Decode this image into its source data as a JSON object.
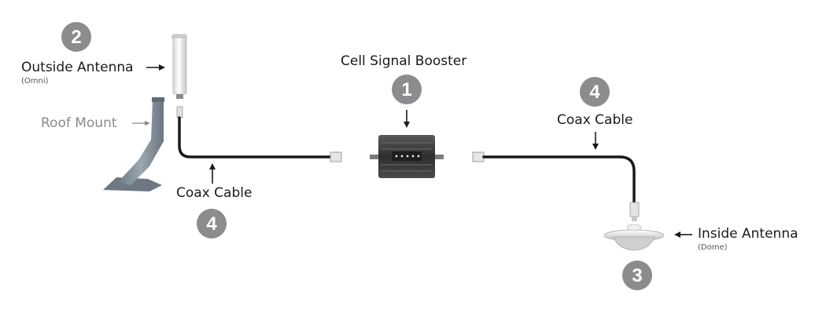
{
  "labels": {
    "outside_antenna": "Outside Antenna",
    "outside_antenna_type": "(Omni)",
    "roof_mount": "Roof Mount",
    "coax_left": "Coax Cable",
    "cell_signal_booster": "Cell Signal Booster",
    "coax_right": "Coax Cable",
    "inside_antenna": "Inside Antenna",
    "inside_antenna_type": "(Dome)"
  },
  "badges": {
    "booster": "1",
    "outside_antenna": "2",
    "inside_antenna": "3",
    "coax_left": "4",
    "coax_right": "4"
  },
  "colors": {
    "badge": "#8c8c8e",
    "mount": "#7e8a94",
    "cable": "#1a1a1a",
    "booster_body": "#3a3a3a",
    "text": "#1a1a1a",
    "roof_mount_text": "#8a8a8a"
  }
}
